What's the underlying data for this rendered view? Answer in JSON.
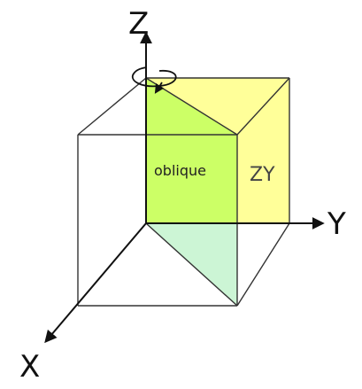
{
  "labels": {
    "axis_z": "Z",
    "axis_y": "Y",
    "axis_x": "X",
    "plane_oblique": "oblique",
    "plane_zy": "ZY"
  },
  "colors": {
    "zy_plane": "#ffff99",
    "oblique_plane": "#ccff66",
    "oblique_lower": "#ccf5d5",
    "edge": "#333333",
    "axis": "#111111"
  }
}
